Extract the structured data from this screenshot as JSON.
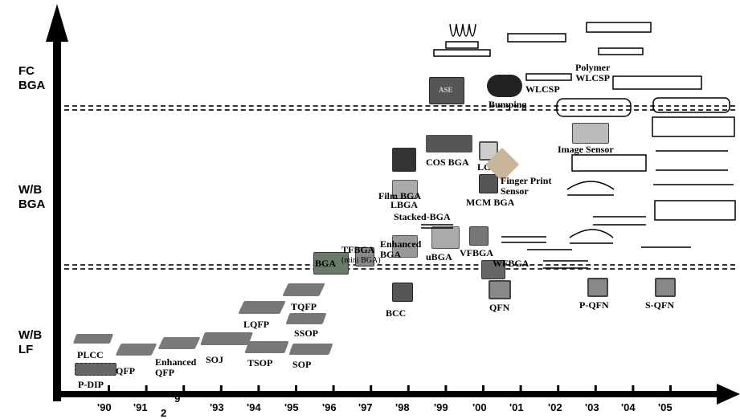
{
  "categories": {
    "fc_bga": "FC\nBGA",
    "wb_bga": "W/B\nBGA",
    "wb_lf": "W/B\nLF"
  },
  "years": [
    "'90",
    "'91",
    "'9",
    "'93",
    "'94",
    "'95",
    "'96",
    "'97",
    "'98",
    "'99",
    "'00",
    "'01",
    "'02",
    "'03",
    "'04",
    "'05"
  ],
  "year_extra": "2",
  "labels": {
    "plcc": "PLCC",
    "pdip": "P-DIP",
    "qfp": "QFP",
    "enhanced_qfp": "Enhanced\nQFP",
    "soj": "SOJ",
    "lqfp": "LQFP",
    "tsop": "TSOP",
    "tqfp": "TQFP",
    "ssop": "SSOP",
    "sop": "SOP",
    "bga": "BGA",
    "tfbga": "TFBGA",
    "mini_bga": "(mini BGA)",
    "enhanced_bga": "Enhanced\nBGA",
    "lbga": "LBGA",
    "film_bga": "Film BGA",
    "stacked_bga": "Stacked-BGA",
    "cos_bga": "COS BGA",
    "ubga": "uBGA",
    "lga": "LGA",
    "vfbga": "VFBGA",
    "finger_print": "Finger Print\nSensor",
    "mcm_bga": "MCM BGA",
    "wfbga": "WFBGA",
    "bcc": "BCC",
    "qfn": "QFN",
    "pqfn": "P-QFN",
    "sqfn": "S-QFN",
    "bumping": "Bumping",
    "wlcsp": "WLCSP",
    "polymer_wlcsp": "Polymer\nWLCSP",
    "image_sensor": "Image Sensor",
    "ase": "ASE"
  }
}
